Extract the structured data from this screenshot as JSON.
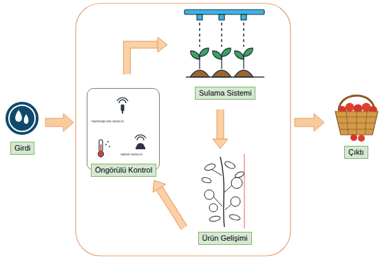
{
  "diagram": {
    "nodes": [
      {
        "text": [
          "Girdi"
        ]
      },
      {
        "text": [
          "Öngörülü Kontrol"
        ]
      },
      {
        "text": [
          "Sulama Sistemi"
        ]
      },
      {
        "text": [
          "Ürün Gelişimi"
        ]
      },
      {
        "text": [
          "Çıktı"
        ]
      }
    ],
    "edges": [
      {
        "from": 1,
        "to": 2,
        "arrow": "to"
      },
      {
        "from": 2,
        "to": 3,
        "arrow": "to"
      },
      {
        "from": 3,
        "to": 1,
        "arrow": "to"
      }
    ],
    "labels": [
      "TEMPERATURE SENSOR",
      "WATER SENSOR"
    ]
  }
}
